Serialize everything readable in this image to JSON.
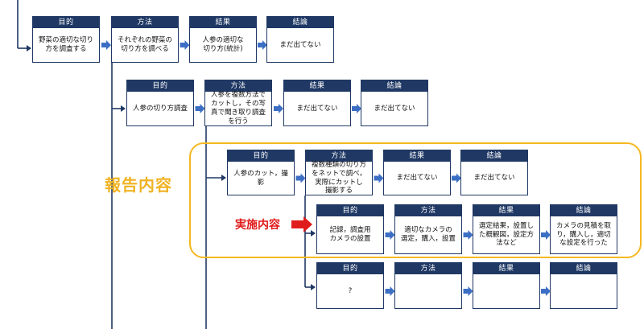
{
  "colors": {
    "navy": "#1f3864",
    "arrow_blue": "#3c6fc4",
    "frame_yellow": "#f5b820",
    "report_text": "#f0b323",
    "red": "#e01b1b"
  },
  "labels": {
    "report": "報告内容",
    "implementation": "実施内容"
  },
  "rows": [
    {
      "boxes": [
        {
          "header": "目的",
          "body": "野菜の適切な切り\n方を調査する"
        },
        {
          "header": "方法",
          "body": "それぞれの野菜の\n切り方を調べる"
        },
        {
          "header": "結果",
          "body": "人参の適切な\n切り方(統計)"
        },
        {
          "header": "結論",
          "body": "まだ出てない"
        }
      ]
    },
    {
      "boxes": [
        {
          "header": "目的",
          "body": "人参の切り方調査"
        },
        {
          "header": "方法",
          "body": "人参を複数方法で\nカットし，その写\n真で聞き取り調査\nを行う"
        },
        {
          "header": "結果",
          "body": "まだ出てない"
        },
        {
          "header": "結論",
          "body": "まだ出てない"
        }
      ]
    },
    {
      "boxes": [
        {
          "header": "目的",
          "body": "人参のカット，撮\n影"
        },
        {
          "header": "方法",
          "body": "複数種類の切り方\nをネットで調べ，\n実際にカットし\n撮影する"
        },
        {
          "header": "結果",
          "body": "まだ出てない"
        },
        {
          "header": "結論",
          "body": "まだ出てない"
        }
      ]
    },
    {
      "boxes": [
        {
          "header": "目的",
          "body": "記録，調査用\nカメラの設置"
        },
        {
          "header": "方法",
          "body": "適切なカメラの\n選定，購入，設置"
        },
        {
          "header": "結果",
          "body": "選定結果，設置し\nた概観図，設定方\n法など"
        },
        {
          "header": "結論",
          "body": "カメラの見積を取\nり，購入し，適切\nな設定を行った"
        }
      ]
    },
    {
      "boxes": [
        {
          "header": "目的",
          "body": "?"
        },
        {
          "header": "方法",
          "body": ""
        },
        {
          "header": "結果",
          "body": ""
        },
        {
          "header": "結論",
          "body": ""
        }
      ]
    }
  ]
}
